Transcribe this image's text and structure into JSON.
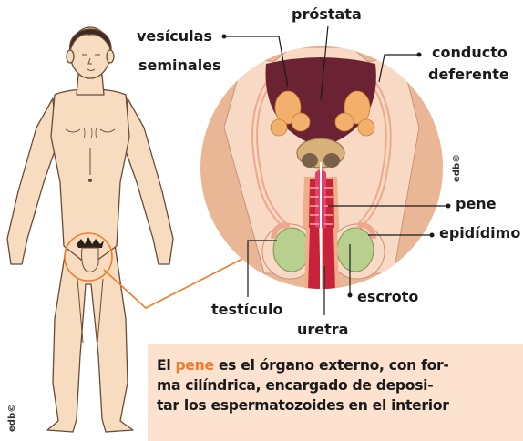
{
  "labels": {
    "prostata": "próstata",
    "vesiculas_1": "vesículas",
    "vesiculas_2": "seminales",
    "conducto_1": "conducto",
    "conducto_2": "deferente",
    "pene": "pene",
    "epididimo": "epidídimo",
    "escroto": "escroto",
    "testiculo": "testículo",
    "uretra": "uretra"
  },
  "watermarks": {
    "figure": "edb©",
    "zoom": "edb©"
  },
  "caption": {
    "prefix": "El",
    "highlight": "pene",
    "line1_rest": "es el órgano externo, con for-",
    "line2": "ma cilíndrica, encargado de deposi-",
    "line3": "tar los espermatozoides en el interior"
  },
  "colors": {
    "skin": "#f8dcc0",
    "outline": "#6b4a36",
    "accent": "#f07d2c",
    "zoom_bg": "#e9b795",
    "caption_bg": "#fde3cf",
    "organ_red": "#c8233a",
    "gland": "#f2b06a",
    "bladder": "#6b2233",
    "testis": "#b9cf8e"
  }
}
